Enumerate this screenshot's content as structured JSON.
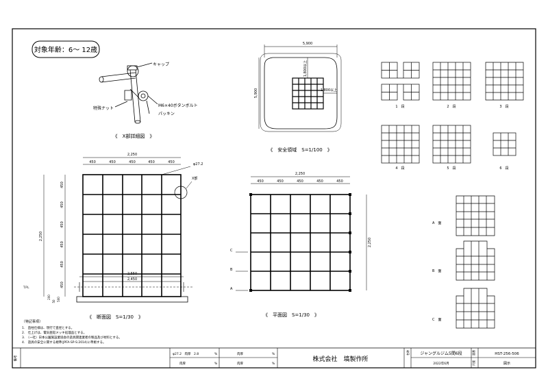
{
  "header": {
    "age_badge": "対象年齢：6～ 12歳"
  },
  "detail_view": {
    "title": "《　X部詳細図　》",
    "cap": "キャップ",
    "nut": "特殊ナット",
    "bolt": "M6×40ボタンボルト",
    "packing": "パッキン"
  },
  "safety_area": {
    "title": "《　安全領域　S=1/100　》",
    "width": "5,900",
    "height": "5,900",
    "clearance_v": "1,800以上",
    "clearance_h": "1,800以上"
  },
  "section_view": {
    "title": "《　断面図　S=1/30　》",
    "overall_width": "2,250",
    "bay_width": "450",
    "pipe_dia": "φ27.2",
    "x_part": "X部",
    "height_total": "2,250",
    "tier_height": "450",
    "base_width_1": "2,550",
    "base_width_2": "2,450",
    "ground_label": "T.P.L",
    "foot_1": "200",
    "foot_2": "50",
    "foot_3": "500"
  },
  "plan_view": {
    "title": "《　平面図　S=1/30　》",
    "overall_width": "2,250",
    "bay_width": "450",
    "depth_total": "2,250",
    "section_marks": [
      "C",
      "B",
      "A"
    ]
  },
  "tiers": {
    "labels": [
      "1　段",
      "2　段",
      "3　段",
      "4　段",
      "5　段",
      "6　段"
    ]
  },
  "elevations": {
    "labels": [
      "A　面",
      "B　面",
      "C　面"
    ]
  },
  "notes": {
    "title": "〔特記事項〕",
    "items": [
      "1.　直柱仕様は、現行で直径とする。",
      "2.　仕上げは、電気亜鉛メッキ処理品とする。",
      "3.　（一社）日本公園施設業協会の遊具関連業者の製品及び材料とする。",
      "4.　遊具の安全に関する規準(JPFA-SP-S:2014)に準拠する。"
    ]
  },
  "title_block": {
    "remarks_label": "備考",
    "spec_pipe": "φ27.2　肉厚　2.8",
    "spec_unit": "%",
    "wall_label": "肉厚",
    "company": "株式会社　塙製作所",
    "name_label": "名称",
    "product_name": "ジャングルジム5間6段",
    "date": "2022年6月",
    "drawing_no_label": "図番",
    "drawing_no": "HST-256-506",
    "scale_label": "尺度",
    "scale_value": "図示"
  }
}
